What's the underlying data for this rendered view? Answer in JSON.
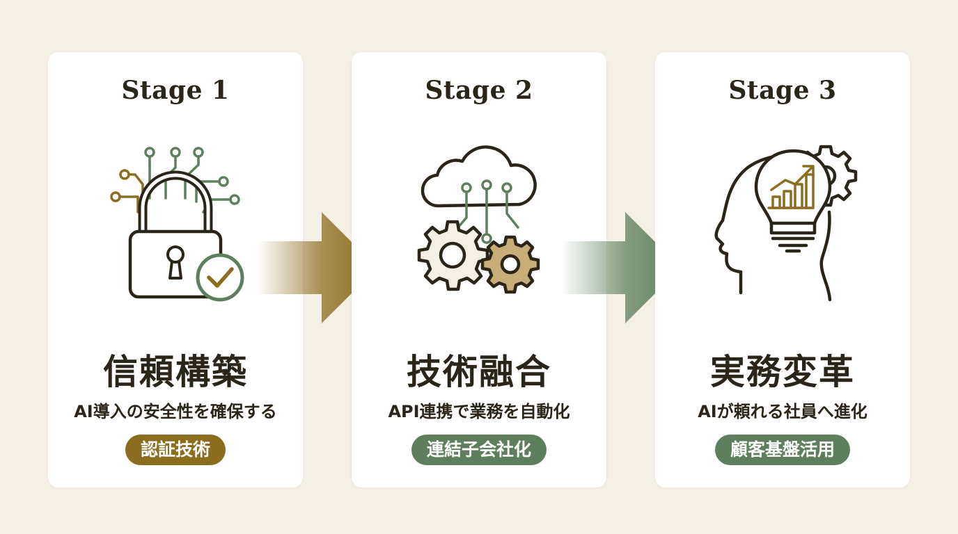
{
  "colors": {
    "gold": "#8c6d1f",
    "green": "#5e7f5e",
    "ink": "#2b2418",
    "gear_fill": "#c9ad78",
    "gear_light": "#f4f0e6"
  },
  "stages": [
    {
      "label": "Stage 1",
      "heading": "信頼構築",
      "description": "AI導入の安全性を確保する",
      "badge": "認証技術",
      "badge_color": "#8c6d1f",
      "icon": "padlock-circuit-check-icon"
    },
    {
      "label": "Stage 2",
      "heading": "技術融合",
      "description": "API連携で業務を自動化",
      "badge": "連結子会社化",
      "badge_color": "#5e7f5e",
      "icon": "cloud-gears-icon"
    },
    {
      "label": "Stage 3",
      "heading": "実務変革",
      "description": "AIが頼れる社員へ進化",
      "badge": "顧客基盤活用",
      "badge_color": "#5e7f5e",
      "icon": "head-lightbulb-gear-icon"
    }
  ],
  "arrows": [
    {
      "icon": "right-arrow-icon",
      "color": "#8c6d1f"
    },
    {
      "icon": "right-arrow-icon",
      "color": "#5e7f5e"
    }
  ]
}
